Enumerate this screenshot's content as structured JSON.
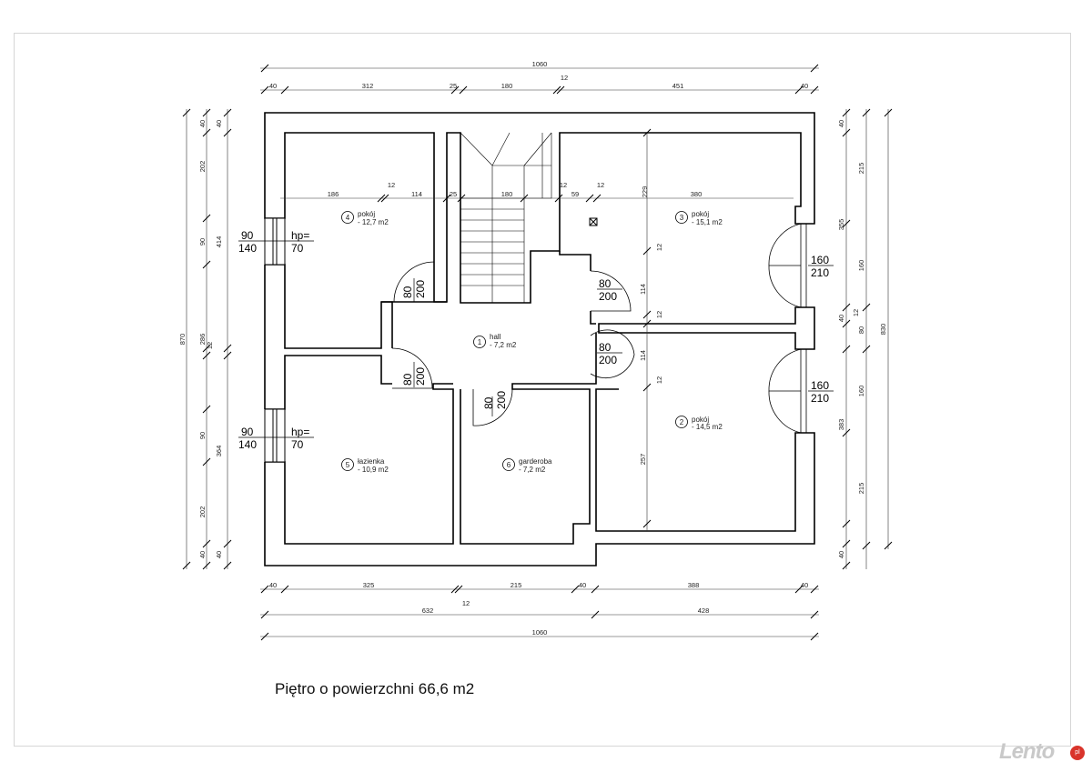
{
  "caption": "Piętro o powierzchni 66,6 m2",
  "watermark": {
    "text": "Lento",
    "badge": "pl"
  },
  "colors": {
    "wall": "#000000",
    "line": "#333333",
    "watermark_badge": "#d9342b"
  },
  "dims": {
    "top_total": "1060",
    "top": [
      "40",
      "312",
      "25",
      "180",
      "12",
      "451",
      "40"
    ],
    "inner_row": [
      "186",
      "12",
      "114",
      "25",
      "180",
      "12",
      "59",
      "12",
      "229",
      "380"
    ],
    "bottom": [
      "40",
      "325",
      "215",
      "40",
      "388",
      "40"
    ],
    "bottom_12": "12",
    "bottom_mid": [
      "632",
      "428"
    ],
    "bottom_total": "1060",
    "left_total": "870",
    "left_a": [
      "40",
      "202",
      "90",
      "286",
      "12",
      "90",
      "202",
      "40"
    ],
    "left_b": [
      "40",
      "414",
      "364",
      "40"
    ],
    "right_a": [
      "40",
      "215",
      "160",
      "40",
      "12",
      "80",
      "160",
      "215",
      "40"
    ],
    "right_b": [
      "355",
      "383"
    ],
    "right_total": "830",
    "inner_v": [
      "12",
      "114",
      "12",
      "114",
      "12",
      "257"
    ]
  },
  "openings": [
    {
      "w": "90",
      "h": "140",
      "hp": "hp=",
      "hpv": "70"
    },
    {
      "w": "90",
      "h": "140",
      "hp": "hp=",
      "hpv": "70"
    },
    {
      "w": "160",
      "h": "210"
    },
    {
      "w": "160",
      "h": "210"
    },
    {
      "w": "80",
      "h": "200"
    },
    {
      "w": "80",
      "h": "200"
    },
    {
      "w": "80",
      "h": "200"
    },
    {
      "w": "80",
      "h": "200"
    },
    {
      "w": "80",
      "h": "200"
    }
  ],
  "rooms": [
    {
      "num": "1",
      "name": "hall",
      "area": "- 7,2 m2"
    },
    {
      "num": "2",
      "name": "pokój",
      "area": "- 14,5 m2"
    },
    {
      "num": "3",
      "name": "pokój",
      "area": "- 15,1 m2"
    },
    {
      "num": "4",
      "name": "pokój",
      "area": "- 12,7 m2"
    },
    {
      "num": "5",
      "name": "łazienka",
      "area": "- 10,9 m2"
    },
    {
      "num": "6",
      "name": "garderoba",
      "area": "- 7,2 m2"
    }
  ]
}
